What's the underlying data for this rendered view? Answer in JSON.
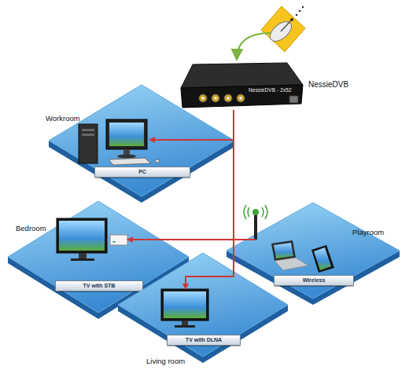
{
  "diagram": {
    "nodes": [
      {
        "text": [
          "NessieDVB",
          "NessieDVB - 2x52"
        ]
      },
      {
        "text": [
          "Workroom",
          "PC"
        ]
      },
      {
        "text": [
          "Bedroom",
          "TV with STB"
        ]
      },
      {
        "text": [
          "Playroom",
          "Wireless"
        ]
      },
      {
        "text": [
          "Living room",
          "TV with DLNA"
        ]
      }
    ],
    "edges": [
      {
        "from": 0,
        "to": 1,
        "arrow": "to"
      },
      {
        "from": 0,
        "to": 2,
        "arrow": "to"
      },
      {
        "from": 0,
        "to": 3,
        "arrow": "none"
      },
      {
        "from": 0,
        "to": 4,
        "arrow": "to"
      }
    ]
  }
}
